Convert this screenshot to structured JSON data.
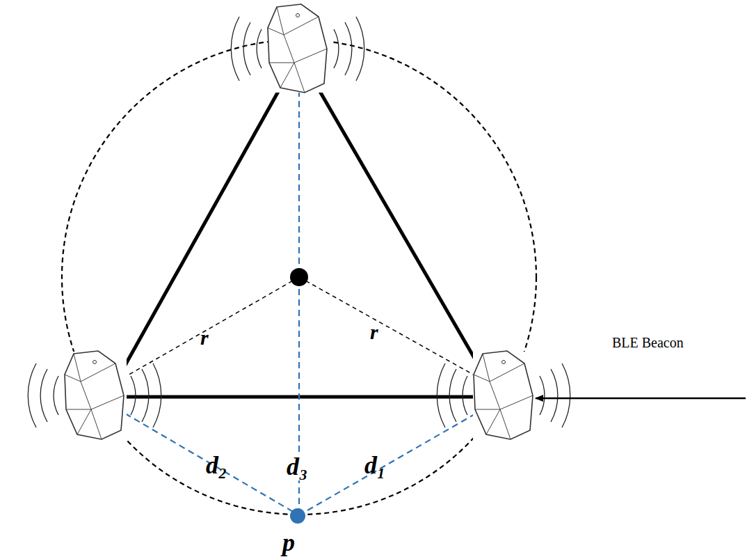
{
  "diagram": {
    "labels": [
      "r",
      "r",
      "BLE Beacon",
      "d₂",
      "d₃",
      "d₁",
      "p"
    ]
  }
}
